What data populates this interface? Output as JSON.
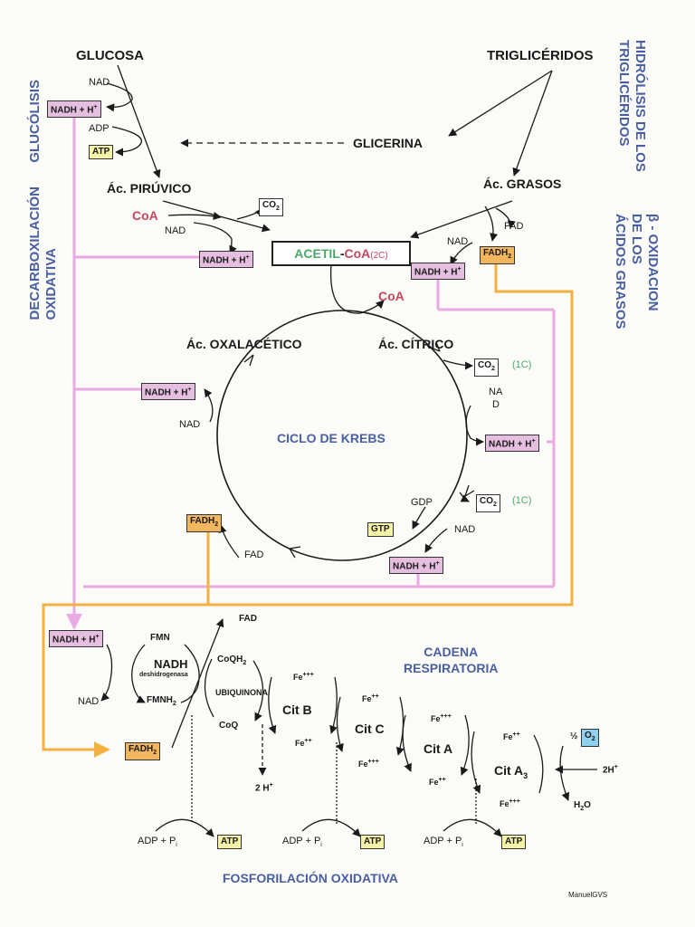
{
  "inputs": {
    "glucosa": "GLUCOSA",
    "trigliceridos": "TRIGLICÉRIDOS",
    "glicerina": "GLICERINA",
    "ac_piruvico": "Ác. PIRÚVICO",
    "ac_grasos": "Ác. GRASOS"
  },
  "side_labels": {
    "glucolisis": "GLUCÓLISIS",
    "decarboxilacion": "DECARBOXILACIÓN\nOXIDATIVA",
    "hidrolisis": "HIDRÓLISIS DE LOS\nTRIGLICÉRIDOS",
    "beta_oxidacion": "β - OXIDACION\nDE LOS\nÁCIDOS GRASOS"
  },
  "acetil": {
    "acetil": "ACETIL",
    "dash": "-",
    "coa": "CoA",
    "carbons": "(2C)"
  },
  "krebs": {
    "title": "CICLO DE KREBS",
    "oxalacetico": "Ác. OXALACÉTICO",
    "citrico": "Ác. CÍTRICO",
    "one_c": "(1C)",
    "gdp": "GDP"
  },
  "cadena": {
    "title": "CADENA\nRESPIRATORIA",
    "fmn": "FMN",
    "nadh_enzyme": "NADH",
    "deshidrogenasa": "deshidrogenasa",
    "fmnh2": "FMNH",
    "coqh2": "CoQH",
    "ubiquinona": "UBIQUINONA",
    "coq": "CoQ",
    "cit_b": "Cit B",
    "cit_c": "Cit C",
    "cit_a": "Cit A",
    "cit_a3": "Cit A",
    "fe3": "Fe",
    "fe2": "Fe",
    "two_h": "2 H",
    "half": "½",
    "two_h_plus": "2H",
    "h2o": "H",
    "o": "O"
  },
  "terms": {
    "nad": "NAD",
    "nad_split_top": "NA",
    "nad_split_bottom": "D",
    "adp": "ADP",
    "atp": "ATP",
    "coa": "CoA",
    "co2": "CO",
    "fad": "FAD",
    "nadh": "NADH + H",
    "fadh2": "FADH",
    "gtp": "GTP",
    "o2": "O",
    "adp_pi": "ADP + P"
  },
  "footer": {
    "fosforilacion": "FOSFORILACIÓN OXIDATIVA",
    "credit": "ManuelGVS"
  },
  "colors": {
    "pink": "#e9a9e2",
    "orange": "#f2b23f",
    "blue_text": "#4a5fa3",
    "red_text": "#c64560",
    "green_text": "#4ca86a"
  }
}
